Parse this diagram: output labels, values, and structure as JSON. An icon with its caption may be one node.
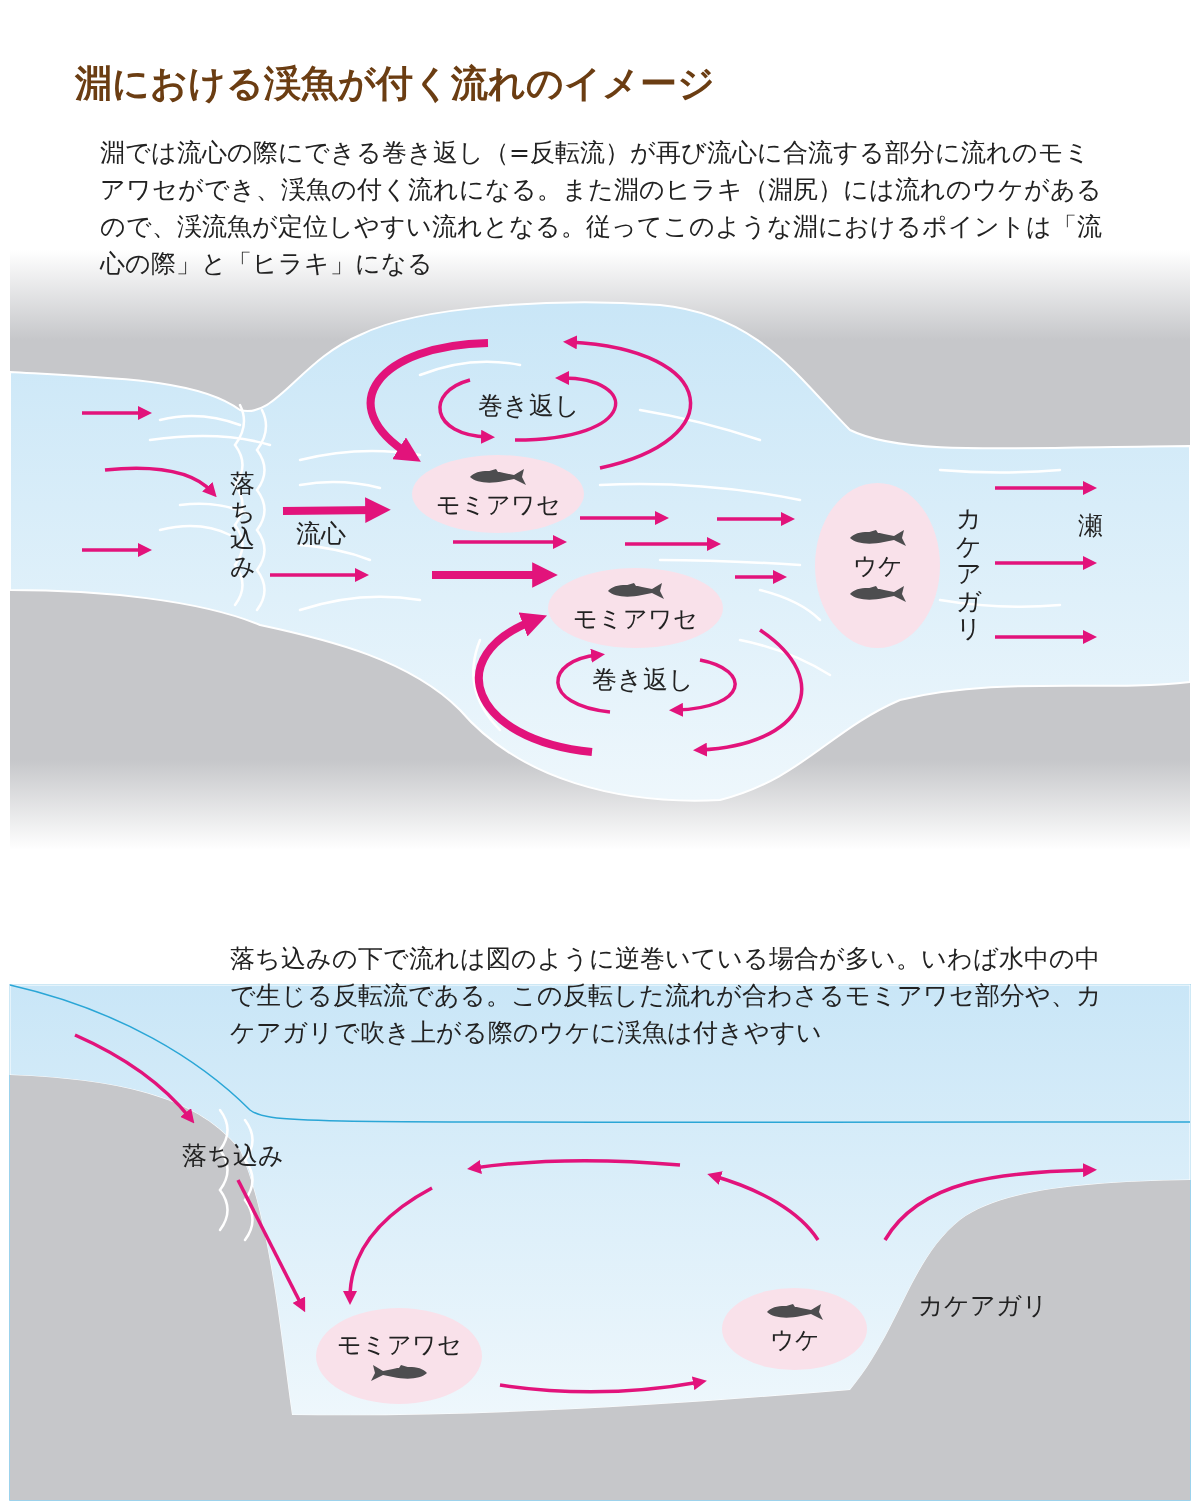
{
  "diagram": {
    "title": "淵における渓魚が付く流れのイメージ",
    "nodes": [
      {
        "text": [
          "モミアワセ"
        ]
      },
      {
        "text": [
          "モミアワセ"
        ]
      },
      {
        "text": [
          "ウケ"
        ]
      },
      {
        "text": [
          "モミアワセ"
        ]
      },
      {
        "text": [
          "ウケ"
        ]
      }
    ],
    "labels": [
      "淵では流心の際にできる巻き返し（=反転流）が再び流心に合流する部分に流れのモミアワセができ、渓魚の付く流れになる。また淵のヒラキ（淵尻）には流れのウケがあるので、渓流魚が定位しやすい流れとなる。従ってこのような淵におけるポイントは「流心の際」と「ヒラキ」になる",
      "巻き返し",
      "落ち込み",
      "流心",
      "カケアガリ",
      "瀬",
      "巻き返し",
      "落ち込みの下で流れは図のように逆巻いている場合が多い。いわば水中の中で生じる反転流である。この反転した流れが合わさるモミアワセ部分や、カケアガリで吹き上がる際のウケに渓魚は付きやすい",
      "落ち込み",
      "カケアガリ"
    ]
  }
}
